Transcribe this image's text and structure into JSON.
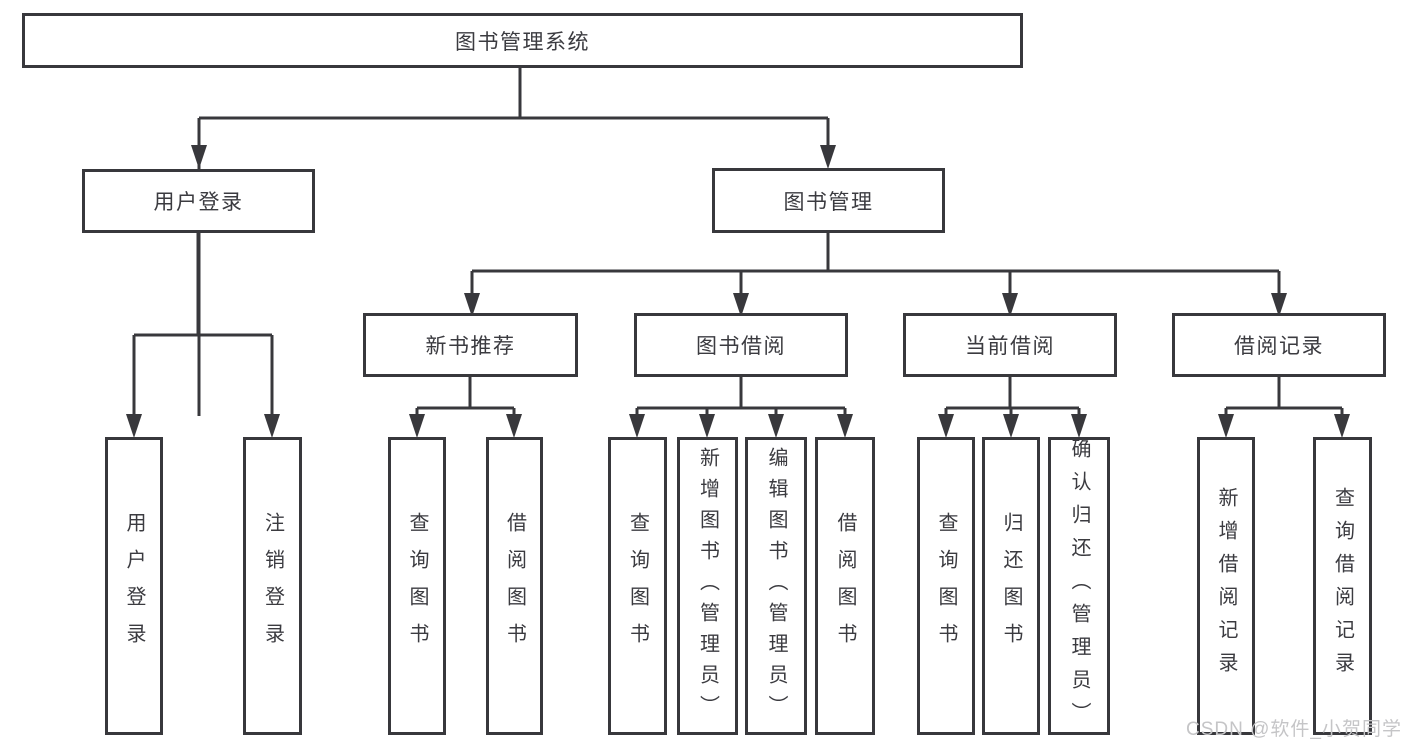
{
  "diagram": {
    "tree": {
      "root": {
        "label": "图书管理系统",
        "children": [
          {
            "label": "用户登录",
            "children": [
              {
                "label": "用户登录"
              },
              {
                "label": "注销登录"
              }
            ]
          },
          {
            "label": "图书管理",
            "children": [
              {
                "label": "新书推荐",
                "children": [
                  {
                    "label": "查询图书"
                  },
                  {
                    "label": "借阅图书"
                  }
                ]
              },
              {
                "label": "图书借阅",
                "children": [
                  {
                    "label": "查询图书"
                  },
                  {
                    "label": "新增图书（管理员）"
                  },
                  {
                    "label": "编辑图书（管理员）"
                  },
                  {
                    "label": "借阅图书"
                  }
                ]
              },
              {
                "label": "当前借阅",
                "children": [
                  {
                    "label": "查询图书"
                  },
                  {
                    "label": "归还图书"
                  },
                  {
                    "label": "确认归还（管理员）"
                  }
                ]
              },
              {
                "label": "借阅记录",
                "children": [
                  {
                    "label": "新增借阅记录"
                  },
                  {
                    "label": "查询借阅记录"
                  }
                ]
              }
            ]
          }
        ]
      }
    },
    "watermark": "CSDN @软件_小贺同学",
    "colors": {
      "border": "#38383c",
      "text": "#3b3b40",
      "watermark": "#c5c5c7",
      "background": "#ffffff"
    }
  }
}
